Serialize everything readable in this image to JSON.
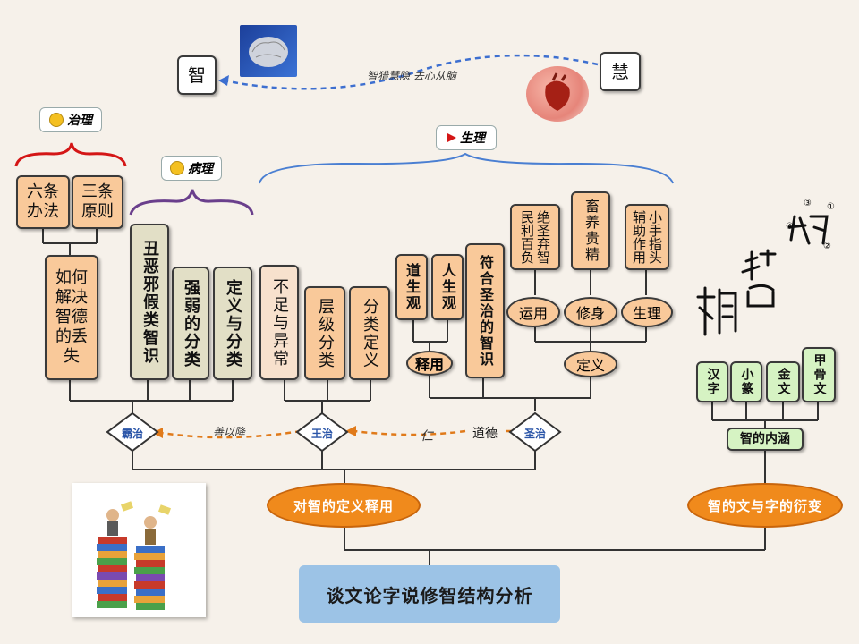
{
  "top": {
    "zhi": "智",
    "hui": "慧",
    "arrow_label": "智猎慧隐 去心从脑"
  },
  "tags": {
    "zhili": "治理",
    "bingli": "病理",
    "shengli": "生理"
  },
  "zhili": {
    "liutiao": "六条办法",
    "santiao": "三条原则",
    "ruhe": "如何解决智德的丢失"
  },
  "bingli": {
    "chou": "丑恶邪假类智识",
    "qiang": "强弱的分类",
    "ding": "定义与分类"
  },
  "wangzhi": {
    "buzu": "不足与异常",
    "cengji": "层级分类",
    "fenlei": "分类定义"
  },
  "shengli": {
    "daosheng": "道生观",
    "rensheng": "人生观",
    "shiyong": "释用",
    "fuhe": "符合圣治的智识",
    "juesheng": "绝圣弃智民利百负",
    "chuyang": "畜养贵精",
    "xiaoshou": "小手指头辅助作用",
    "yunyong": "运用",
    "xiushen": "修身",
    "shengli_oval": "生理",
    "dingyi": "定义"
  },
  "diamonds": {
    "bazhi": "霸治",
    "wangzhi": "王治",
    "shengzhi": "圣治"
  },
  "arrows": {
    "shanyijiang": "善以降",
    "ren": "仁",
    "daode": "道德"
  },
  "bottom": {
    "left_oval": "对智的定义释用",
    "right_oval": "智的文与字的衍变",
    "title": "谈文论字说修智结构分析"
  },
  "script_forms": {
    "hanzi": "汉字",
    "xiaozhuan": "小篆",
    "jinwen": "金文",
    "jiaguwen": "甲骨文",
    "neiyuan": "智的内涵",
    "n1": "①",
    "n2": "②",
    "n3": "③",
    "n4": "④"
  }
}
